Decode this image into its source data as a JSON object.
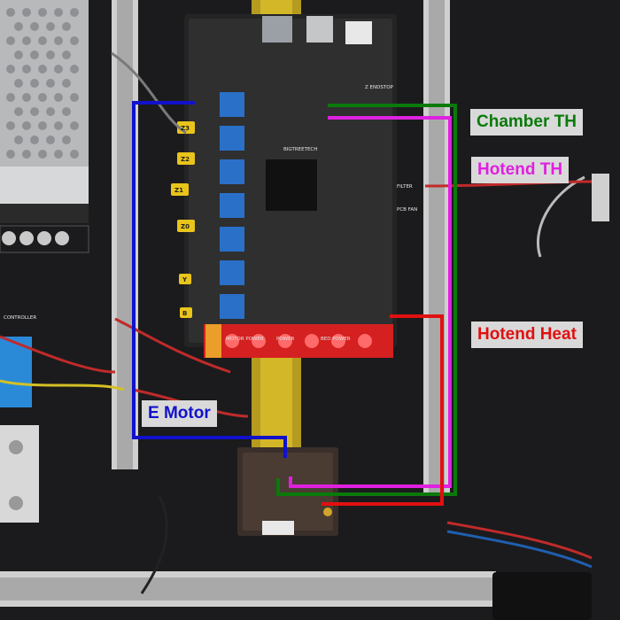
{
  "labels": {
    "chamber_th": "Chamber TH",
    "hotend_th": "Hotend TH",
    "hotend_heat": "Hotend Heat",
    "e_motor": "E Motor"
  },
  "board_silkscreen": {
    "motor_power": "MOTOR POWER",
    "power": "POWER",
    "bed_power": "BED POWER",
    "filter": "FILTER",
    "pcb_fan": "PCB FAN",
    "controller": "CONTROLLER",
    "z_endstop": "Z ENDSTOP",
    "brand": "BIGTREETECH",
    "driver_tags": [
      "Z3",
      "Z2",
      "Z1",
      "Z0",
      "Y",
      "B"
    ]
  },
  "colors": {
    "chamber_th": "#0a7a0a",
    "hotend_th": "#e020e0",
    "hotend_heat": "#e11010",
    "e_motor": "#1111cc",
    "label_bg": "#d9d9d9"
  }
}
